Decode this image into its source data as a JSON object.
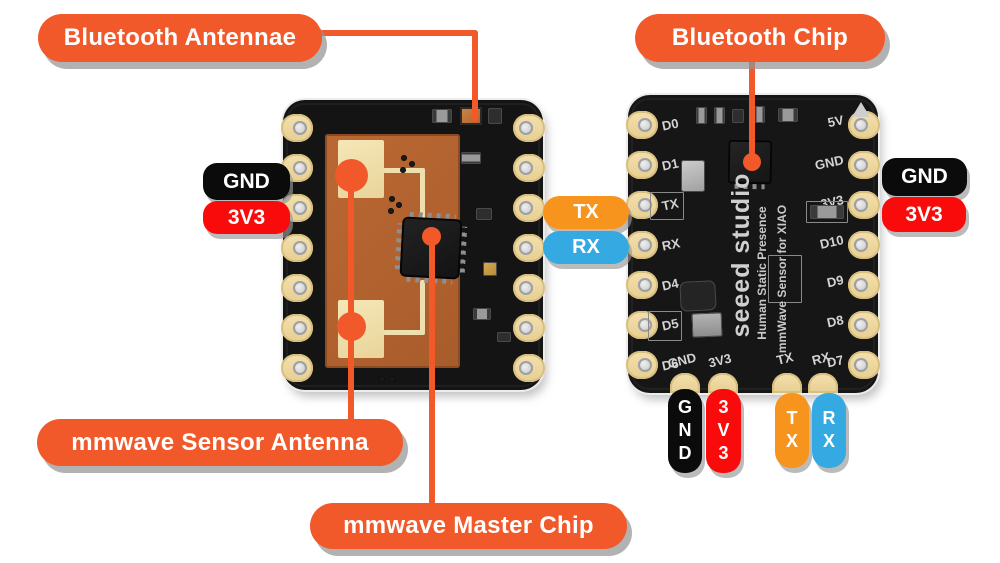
{
  "palette": {
    "callout_orange": "#F1592A",
    "uart_tx_orange": "#F7941E",
    "uart_rx_blue": "#35A9E1",
    "power_red": "#F90B0B",
    "power_black": "#0B0B0B",
    "copper_antenna": "#B5622F",
    "pad_gold": "#EFD9A2"
  },
  "callouts": {
    "bluetooth_antennae": "Bluetooth Antennae",
    "bluetooth_chip": "Bluetooth Chip",
    "mmwave_sensor_antenna": "mmwave Sensor Antenna",
    "mmwave_master_chip": "mmwave Master Chip"
  },
  "badges": {
    "left_gnd": "GND",
    "left_3v3": "3V3",
    "mid_tx": "TX",
    "mid_rx": "RX",
    "right_gnd": "GND",
    "right_3v3": "3V3",
    "bottom_gnd": "GND",
    "bottom_3v3": "3V3",
    "bottom_tx": "TX",
    "bottom_rx": "RX"
  },
  "xiao_board": {
    "left_pins": [
      "D0",
      "D1",
      "TX",
      "RX",
      "D4",
      "D5",
      "D6"
    ],
    "right_pins": [
      "5V",
      "GND",
      "3V3",
      "D10",
      "D9",
      "D8",
      "D7"
    ],
    "bottom_pins": [
      "GND",
      "3V3",
      "TX",
      "RX"
    ],
    "silkscreen_brand": "seeed studio",
    "silkscreen_line1": "Human Static Presence",
    "silkscreen_line2": "mmWave Sensor for XIAO"
  }
}
